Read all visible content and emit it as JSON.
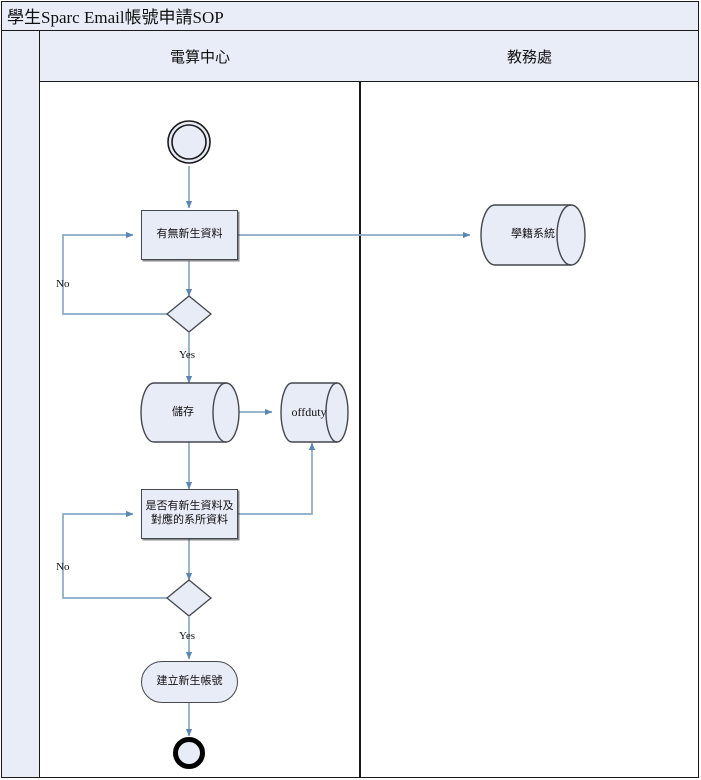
{
  "title": "學生Sparc Email帳號申請SOP",
  "lanes": [
    {
      "name": "電算中心"
    },
    {
      "name": "教務處"
    }
  ],
  "nodes": [
    {
      "id": "start",
      "type": "start-node",
      "label": ""
    },
    {
      "id": "proc1",
      "type": "process",
      "label": "有無新生資料"
    },
    {
      "id": "db1",
      "type": "database",
      "label": "學籍系統"
    },
    {
      "id": "dec1",
      "type": "decision",
      "label": ""
    },
    {
      "id": "db2",
      "type": "database",
      "label": "儲存"
    },
    {
      "id": "db3",
      "type": "database",
      "label": "offduty"
    },
    {
      "id": "proc2",
      "type": "process",
      "label": "是否有新生資料及\n對應的系所資料"
    },
    {
      "id": "proc2_l1",
      "type": "process-line",
      "label": "是否有新生資料及"
    },
    {
      "id": "proc2_l2",
      "type": "process-line",
      "label": "對應的系所資料"
    },
    {
      "id": "dec2",
      "type": "decision",
      "label": ""
    },
    {
      "id": "act1",
      "type": "activity",
      "label": "建立新生帳號"
    },
    {
      "id": "end",
      "type": "end-node",
      "label": ""
    }
  ],
  "edge_labels": {
    "dec1_no": "No",
    "dec1_yes": "Yes",
    "dec2_no": "No",
    "dec2_yes": "Yes"
  },
  "colors": {
    "shape_fill": "#e8ecf7",
    "shape_stroke": "#44474d",
    "connector": "#7ba2c4",
    "header_fill": "#e9edf7",
    "frame": "#1a1a1a",
    "text": "#101010"
  }
}
